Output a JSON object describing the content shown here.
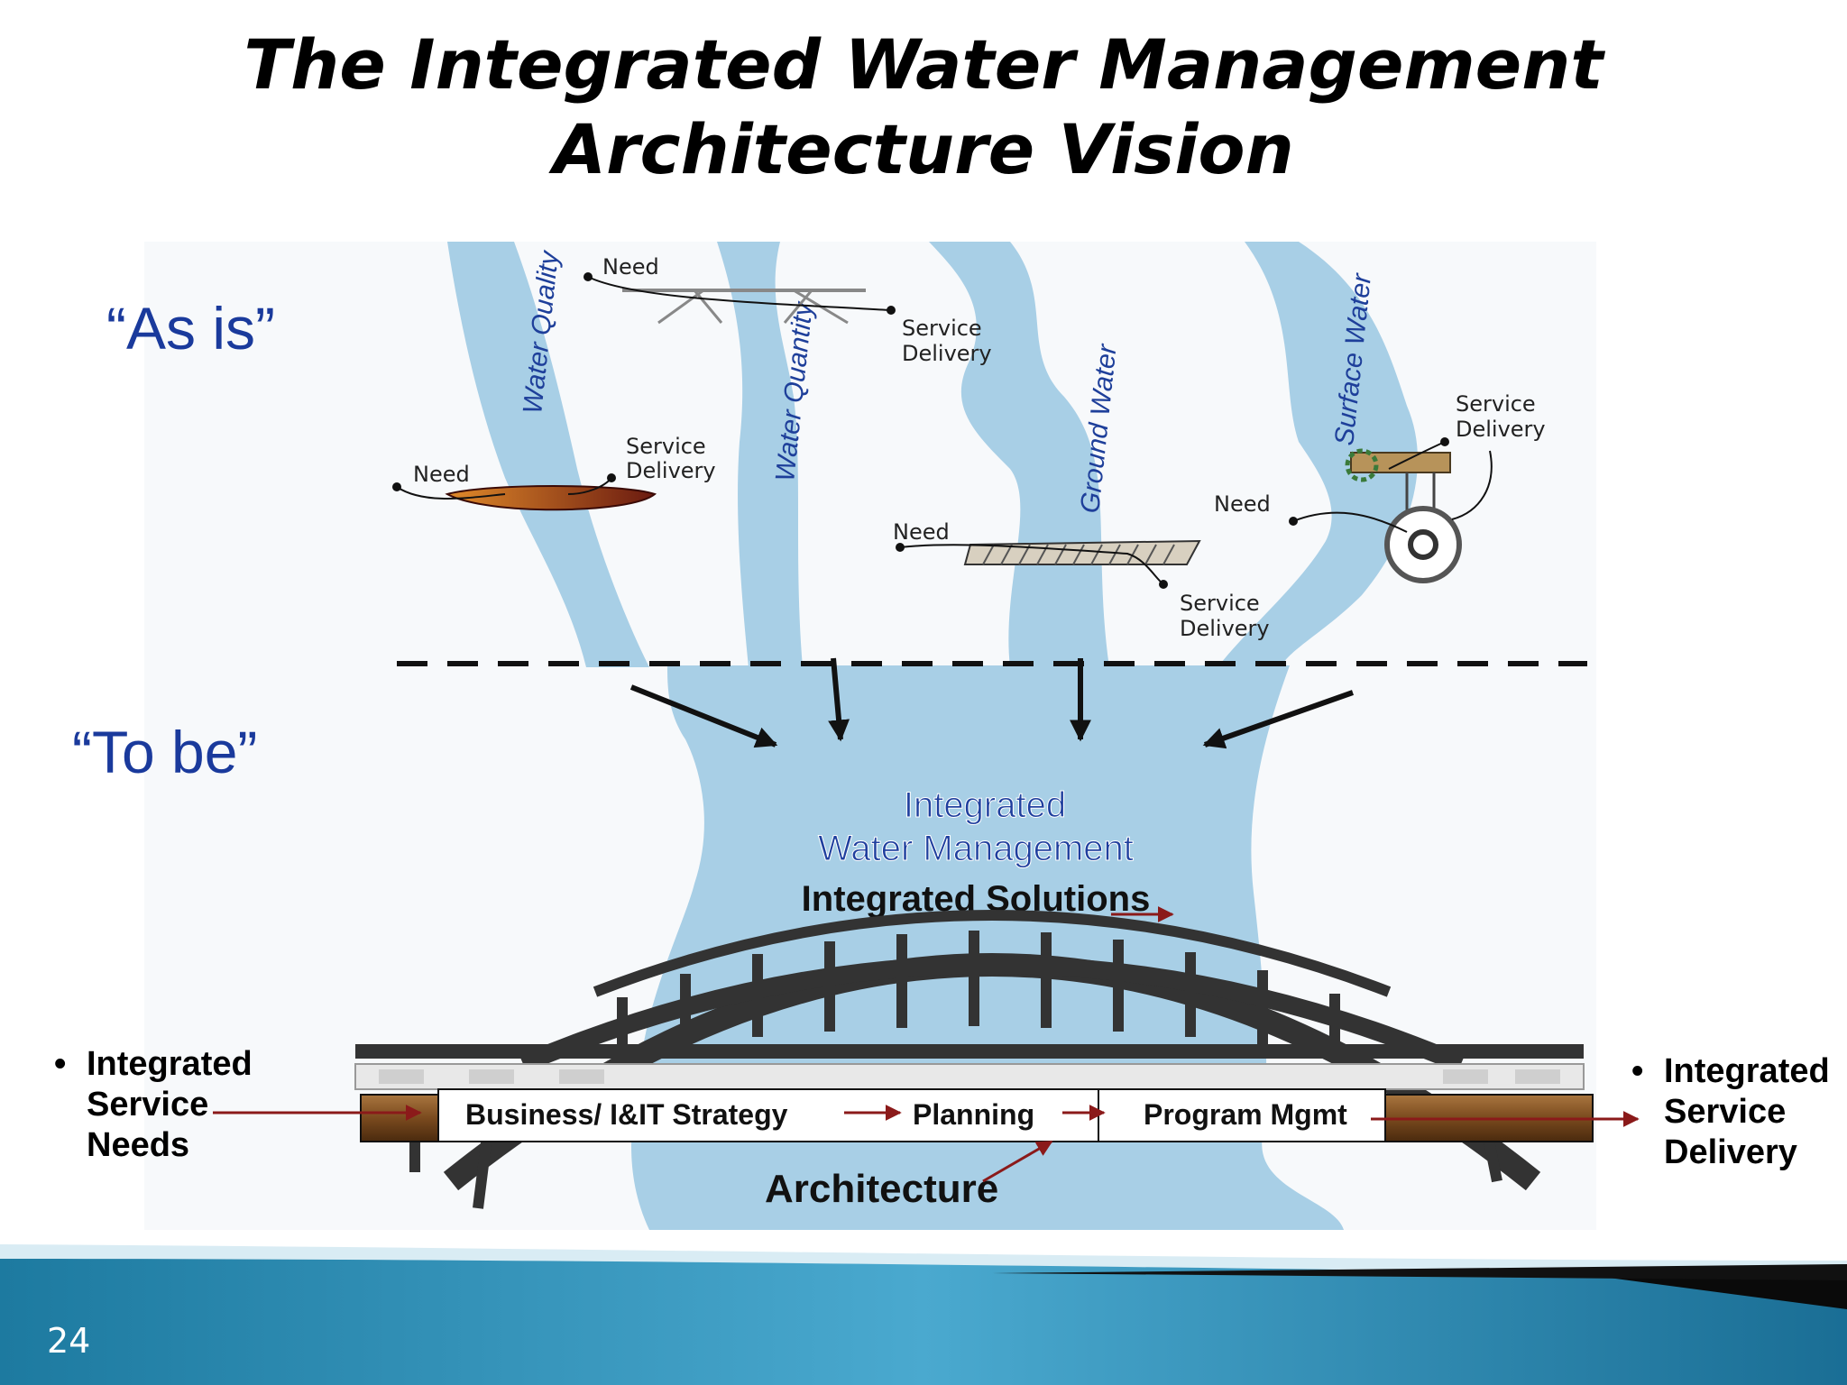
{
  "title": {
    "line1": "The Integrated Water Management",
    "line2": "Architecture Vision"
  },
  "side_labels": {
    "as_is": "“As is”",
    "to_be": "“To be”"
  },
  "rivers": {
    "water_quality": "Water Quality",
    "water_quantity": "Water Quantity",
    "ground_water": "Ground Water",
    "surface_water": "Surface Water"
  },
  "map_labels": {
    "need": "Need",
    "service": "Service",
    "delivery": "Delivery"
  },
  "center": {
    "line1": "Integrated",
    "line2": "Water Management",
    "solutions": "Integrated Solutions"
  },
  "bridge_steps": {
    "strategy": "Business/ I&IT Strategy",
    "planning": "Planning",
    "program": "Program Mgmt"
  },
  "architecture": "Architecture",
  "left_bullet": [
    "Integrated",
    "Service",
    "Needs"
  ],
  "right_bullet": [
    "Integrated",
    "Service",
    "Delivery"
  ],
  "page_number": "24",
  "colors": {
    "water": "#a8cfe6",
    "title_blue": "#1a3a9c",
    "arrow_red": "#8b1a1a",
    "footer_teal": "#1f7fa6"
  }
}
